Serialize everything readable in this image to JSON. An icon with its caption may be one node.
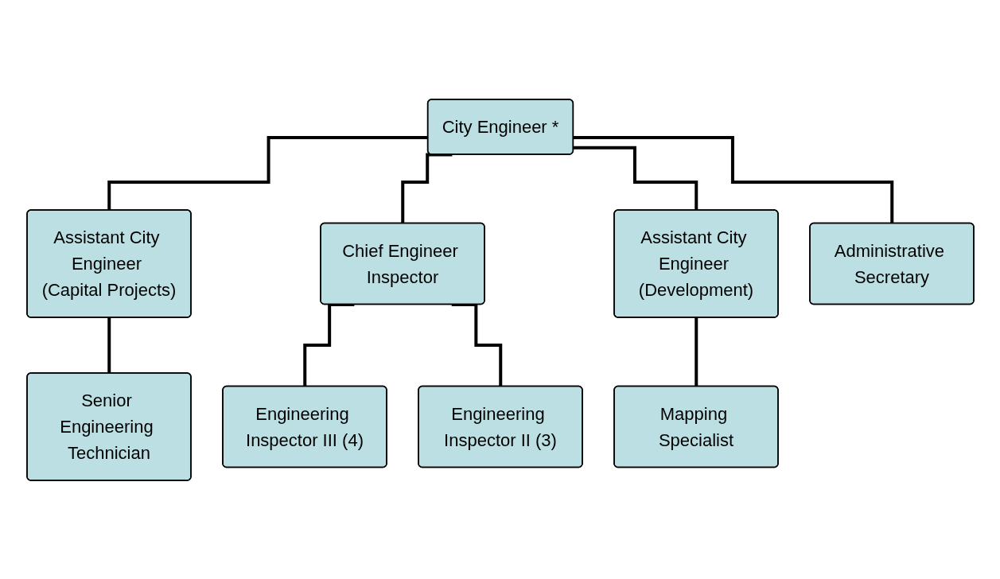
{
  "diagram": {
    "nodes": [
      {
        "text": [
          "City Engineer *"
        ]
      },
      {
        "text": [
          "Assistant City Engineer (Capital Projects)"
        ]
      },
      {
        "text": [
          "Chief Engineer Inspector"
        ]
      },
      {
        "text": [
          "Assistant City Engineer (Development)"
        ]
      },
      {
        "text": [
          "Administrative Secretary"
        ]
      },
      {
        "text": [
          "Senior Engineering Technician"
        ]
      },
      {
        "text": [
          "Engineering Inspector III (4)"
        ]
      },
      {
        "text": [
          "Engineering Inspector II (3)"
        ]
      },
      {
        "text": [
          "Mapping Specialist"
        ]
      }
    ],
    "edges": [
      {
        "from": 0,
        "to": 1,
        "arrow": "none"
      },
      {
        "from": 0,
        "to": 2,
        "arrow": "none"
      },
      {
        "from": 0,
        "to": 3,
        "arrow": "none"
      },
      {
        "from": 0,
        "to": 4,
        "arrow": "none"
      },
      {
        "from": 1,
        "to": 5,
        "arrow": "none"
      },
      {
        "from": 2,
        "to": 6,
        "arrow": "none"
      },
      {
        "from": 2,
        "to": 7,
        "arrow": "none"
      },
      {
        "from": 3,
        "to": 8,
        "arrow": "none"
      }
    ]
  }
}
